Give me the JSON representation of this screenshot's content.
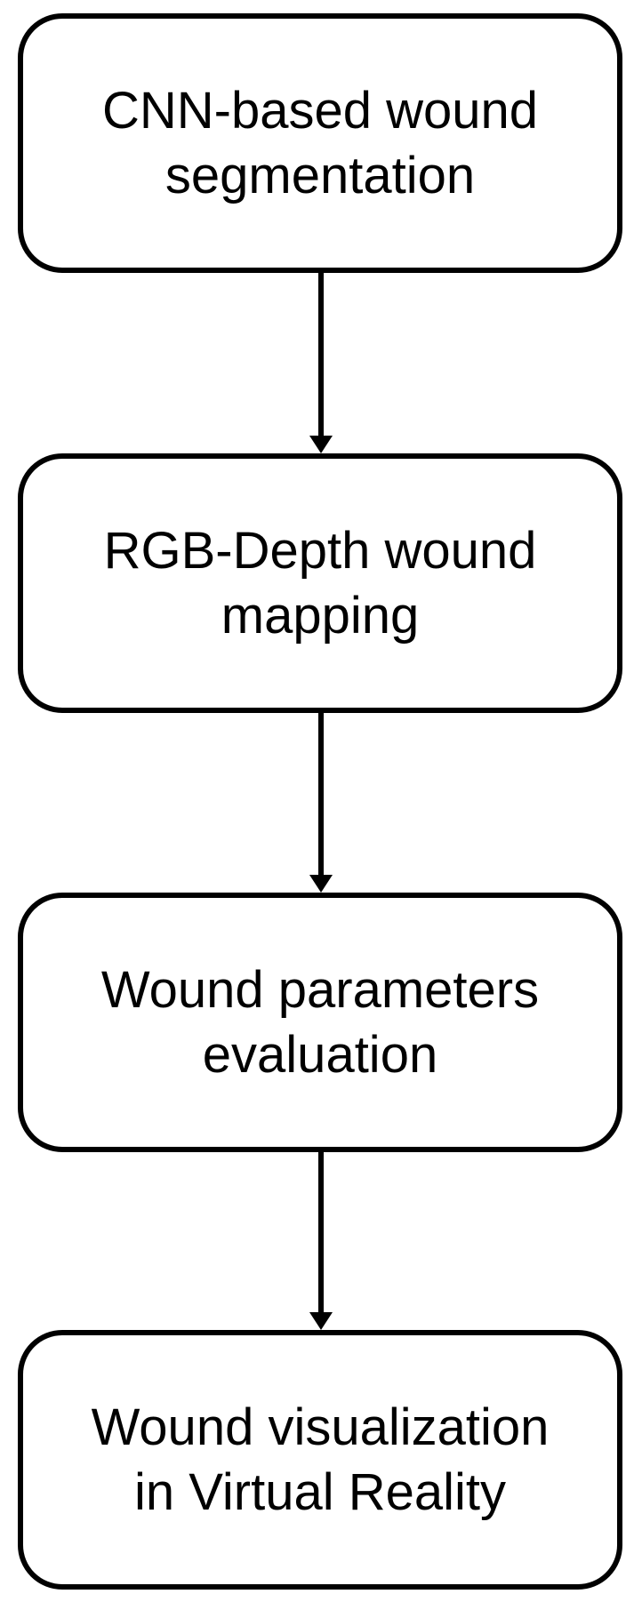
{
  "diagram": {
    "type": "flowchart",
    "orientation": "top-down",
    "colors": {
      "background": "#ffffff",
      "node_fill": "#ffffff",
      "node_stroke": "#000000",
      "text": "#000000",
      "arrow": "#000000"
    },
    "nodes": [
      {
        "id": "cnn-wound-segmentation",
        "line1": "CNN-based wound",
        "line2": "segmentation",
        "label": "CNN-based wound segmentation"
      },
      {
        "id": "rgb-depth-wound-mapping",
        "line1": "RGB-Depth wound",
        "line2": "mapping",
        "label": "RGB-Depth wound mapping"
      },
      {
        "id": "wound-parameters-evaluation",
        "line1": "Wound parameters",
        "line2": "evaluation",
        "label": "Wound parameters evaluation"
      },
      {
        "id": "wound-visualization-vr",
        "line1": "Wound visualization",
        "line2": "in Virtual Reality",
        "label": "Wound visualization in Virtual Reality"
      }
    ],
    "edges": [
      {
        "from": "cnn-wound-segmentation",
        "to": "rgb-depth-wound-mapping"
      },
      {
        "from": "rgb-depth-wound-mapping",
        "to": "wound-parameters-evaluation"
      },
      {
        "from": "wound-parameters-evaluation",
        "to": "wound-visualization-vr"
      }
    ]
  }
}
